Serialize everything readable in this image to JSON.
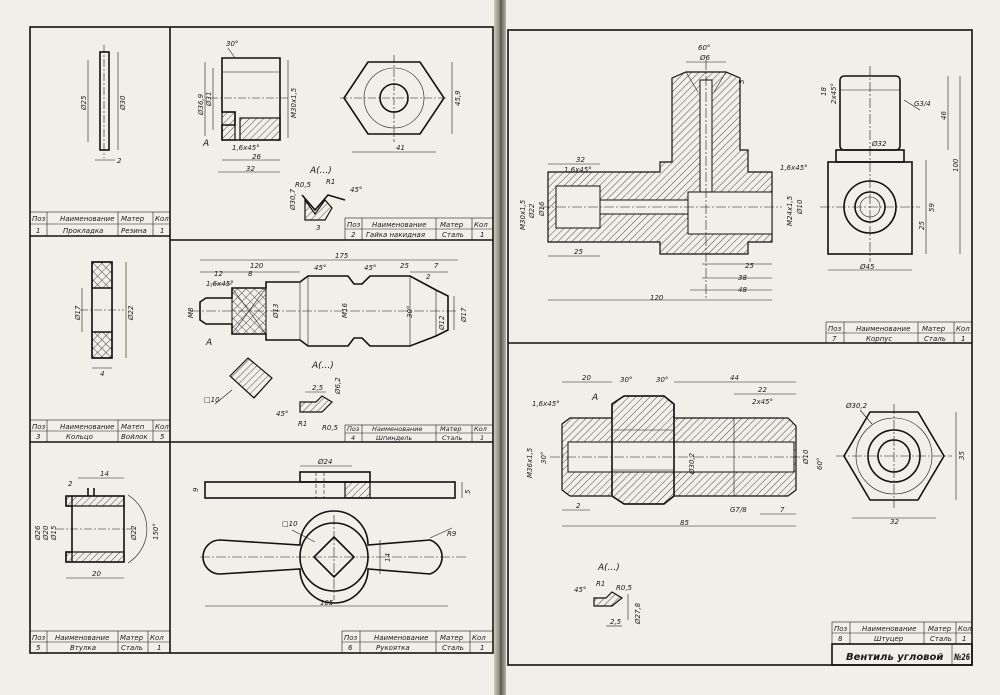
{
  "title_block": {
    "name": "Вентиль угловой",
    "number": "№26"
  },
  "headers": {
    "pos": "Поз",
    "name": "Наименование",
    "mat_short": "Матер",
    "mat_alt": "Матеп",
    "qty": "Кол"
  },
  "parts": [
    {
      "pos": "1",
      "name": "Прокладка",
      "material": "Резина",
      "qty": "1"
    },
    {
      "pos": "2",
      "name": "Гайка накидная",
      "material": "Сталь",
      "qty": "1"
    },
    {
      "pos": "3",
      "name": "Кольцо",
      "material": "Войлок",
      "qty": "5"
    },
    {
      "pos": "4",
      "name": "Шпиндель",
      "material": "Сталь",
      "qty": "1"
    },
    {
      "pos": "5",
      "name": "Втулка",
      "material": "Сталь",
      "qty": "1"
    },
    {
      "pos": "6",
      "name": "Рукоятка",
      "material": "Сталь",
      "qty": "1"
    },
    {
      "pos": "7",
      "name": "Корпус",
      "material": "Сталь",
      "qty": "1"
    },
    {
      "pos": "8",
      "name": "Штуцер",
      "material": "Сталь",
      "qty": "1"
    }
  ],
  "views": {
    "view_a": "A(...)",
    "letter_a": "A"
  },
  "dims": {
    "p1_d25": "Ø25",
    "p1_d30": "Ø30",
    "p1_2": "2",
    "p2_30deg": "30°",
    "p2_d36": "Ø36,9",
    "p2_d31": "Ø31",
    "p2_m30": "M30x1,5",
    "p2_ch": "1,6x45°",
    "p2_26": "26",
    "p2_32": "32",
    "p2_459": "45,9",
    "p2_41": "41",
    "p2_r05": "R0,5",
    "p2_r1": "R1",
    "p2_45deg": "45°",
    "p2_d307": "Ø30,7",
    "p2_3": "3",
    "p3_d17": "Ø17",
    "p3_d22": "Ø22",
    "p3_4": "4",
    "p4_175": "175",
    "p4_120": "120",
    "p4_12": "12",
    "p4_8": "8",
    "p4_45a": "45°",
    "p4_45b": "45°",
    "p4_25": "25",
    "p4_7": "7",
    "p4_2": "2",
    "p4_ch": "1,6x45°",
    "p4_m8": "M8",
    "p4_d13": "Ø13",
    "p4_m16": "M16",
    "p4_30deg": "30°",
    "p4_d12": "Ø12",
    "p4_d17": "Ø17",
    "p4_sq10": "□10",
    "p4_25b": "2,5",
    "p4_d62": "Ø6,2",
    "p4_r1": "R1",
    "p4_r05": "R0,5",
    "p4_45c": "45°",
    "p5_14": "14",
    "p5_2": "2",
    "p5_d26": "Ø26",
    "p5_d20": "Ø20",
    "p5_d15": "Ø15",
    "p5_d22": "Ø22",
    "p5_150": "150°",
    "p5_20": "20",
    "p6_d24": "Ø24",
    "p6_9": "9",
    "p6_5": "5",
    "p6_sq10": "□10",
    "p6_r9": "R9",
    "p6_14": "14",
    "p6_105": "105",
    "p7_60": "60°",
    "p7_d6": "Ø6",
    "p7_5": "5",
    "p7_32": "32",
    "p7_ch1": "1,6x45°",
    "p7_ch2": "1,6x45°",
    "p7_m30": "M30x1,5",
    "p7_d22": "Ø22",
    "p7_d16": "Ø16",
    "p7_m24": "M24x1,5",
    "p7_d10": "Ø10",
    "p7_25a": "25",
    "p7_25b": "25",
    "p7_38": "38",
    "p7_48": "48",
    "p7_120": "120",
    "p7_18": "18",
    "p7_2x45": "2x45°",
    "p7_g34": "G3/4",
    "p7_d32": "Ø32",
    "p7_46": "46",
    "p7_100": "100",
    "p7_59": "59",
    "p7_25c": "25",
    "p7_d45": "Ø45",
    "p8_20": "20",
    "p8_30a": "30°",
    "p8_30b": "30°",
    "p8_44": "44",
    "p8_22": "22",
    "p8_2x45": "2x45°",
    "p8_ch": "1,6x45°",
    "p8_m36": "M36x1,5",
    "p8_30c": "30°",
    "p8_d302": "Ø30,2",
    "p8_d10": "Ø10",
    "p8_60": "60°",
    "p8_2": "2",
    "p8_85": "85",
    "p8_g79": "G7/8",
    "p8_7": "7",
    "p8_d302b": "Ø30,2",
    "p8_35": "35",
    "p8_32": "32",
    "p8_45": "45°",
    "p8_r1": "R1",
    "p8_r05": "R0,5",
    "p8_25": "2,5",
    "p8_d278": "Ø27,8"
  }
}
